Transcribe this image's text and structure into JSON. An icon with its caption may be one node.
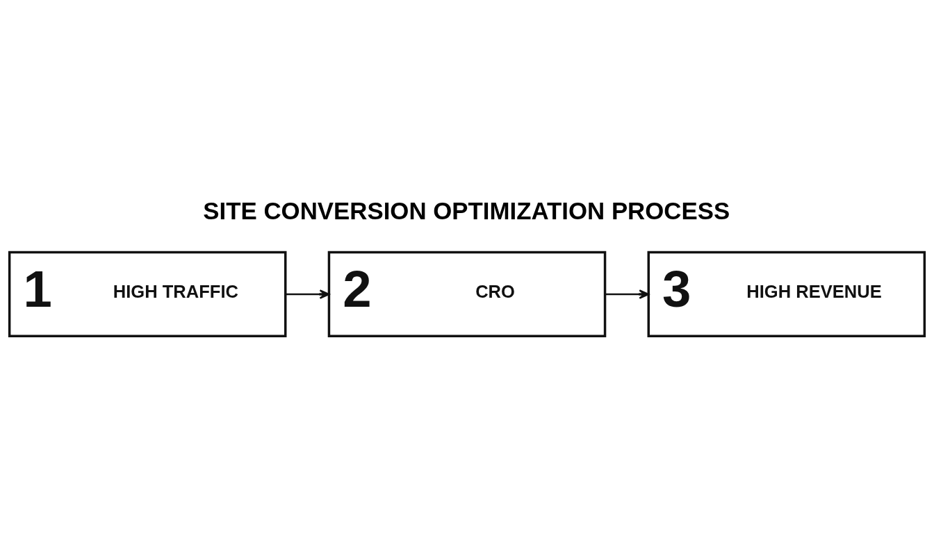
{
  "diagram": {
    "title": "SITE CONVERSION OPTIMIZATION PROCESS",
    "nodes": [
      {
        "text": [
          "1",
          "HIGH TRAFFIC"
        ]
      },
      {
        "text": [
          "2",
          "CRO"
        ]
      },
      {
        "text": [
          "3",
          "HIGH REVENUE"
        ]
      }
    ],
    "edges": [
      {
        "from": 0,
        "to": 1,
        "arrow": "to"
      },
      {
        "from": 1,
        "to": 2,
        "arrow": "to"
      }
    ]
  }
}
